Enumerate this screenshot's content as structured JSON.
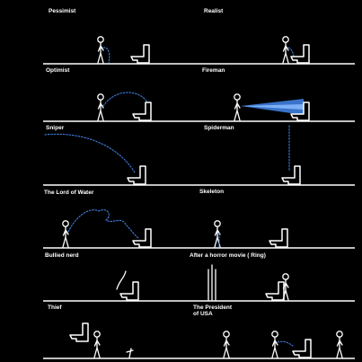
{
  "panels": [
    {
      "label": "Pessimist"
    },
    {
      "label": "Realist"
    },
    {
      "label": "Optimist"
    },
    {
      "label": "Fireman"
    },
    {
      "label": "Sniper"
    },
    {
      "label": "Spiderman"
    },
    {
      "label": "The Lord of Water"
    },
    {
      "label": "Skeleton"
    },
    {
      "label": "Bullied nerd"
    },
    {
      "label": "After a horror movie ( Ring)"
    },
    {
      "label": "Thief"
    },
    {
      "label": "The President\nof USA"
    }
  ],
  "colors": {
    "background": "#000000",
    "line": "#ffffff",
    "pee": "#3f7fe0"
  }
}
